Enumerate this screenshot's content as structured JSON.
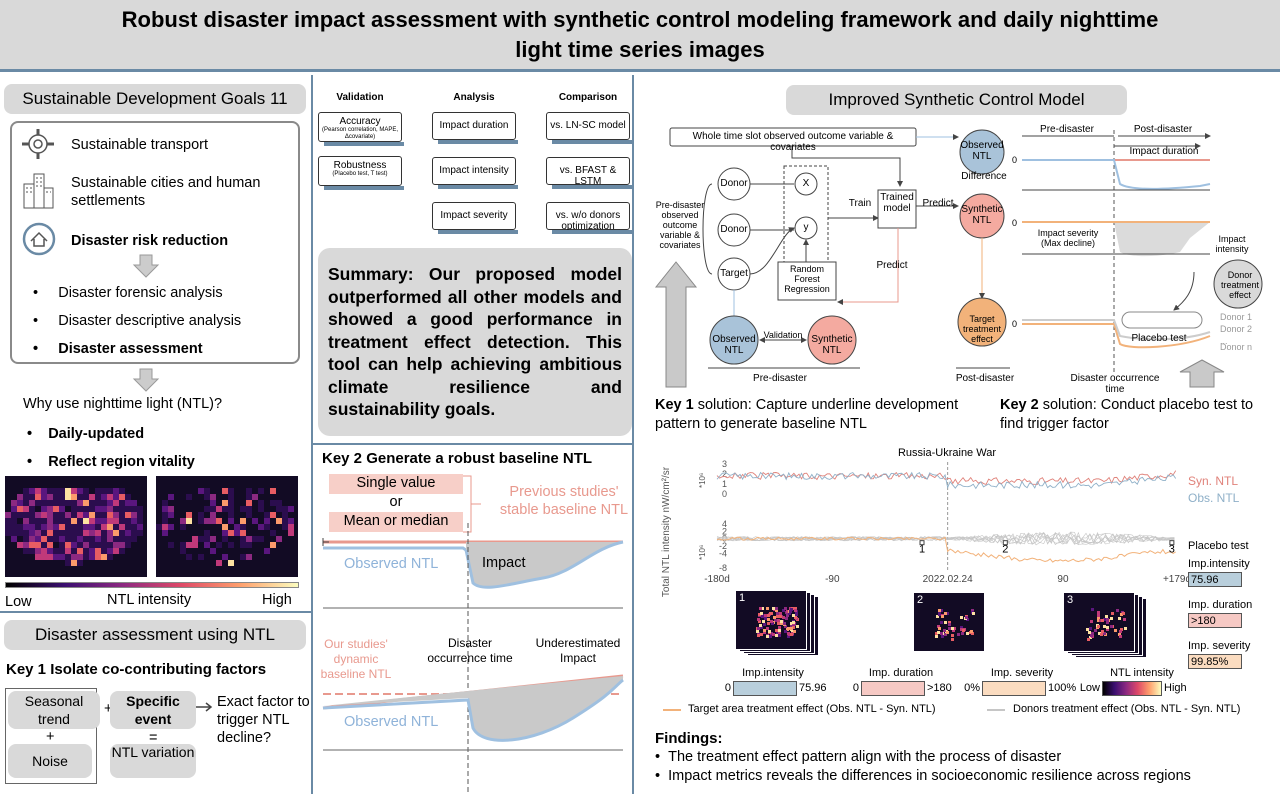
{
  "title": "Robust disaster impact assessment with synthetic control modeling framework and daily nighttime light time series images",
  "left": {
    "sdg_heading": "Sustainable Development Goals 11",
    "sdg_items": [
      {
        "icon": "roundabout-icon",
        "label": "Sustainable transport"
      },
      {
        "icon": "city-buildings-icon",
        "label": "Sustainable cities and human settlements"
      },
      {
        "icon": "house-shield-icon",
        "label": "Disaster risk reduction"
      }
    ],
    "bullets": [
      "Disaster forensic analysis",
      "Disaster descriptive analysis",
      "Disaster assessment"
    ],
    "why_ntl": "Why use nighttime light (NTL)?",
    "ntl_reasons": [
      "Daily-updated",
      "Reflect region vitality"
    ],
    "colorbar": {
      "low": "Low",
      "label": "NTL intensity",
      "high": "High"
    },
    "assessment_heading": "Disaster assessment using NTL",
    "key1_heading": "Key 1 Isolate co-contributing factors",
    "factors": {
      "seasonal": "Seasonal trend",
      "plus1": "+",
      "specific": "Specific event",
      "plus2": "+",
      "noise": "Noise",
      "equals": "=",
      "variation": "NTL variation",
      "question": "Exact factor to trigger NTL decline?"
    }
  },
  "middle": {
    "columns": [
      {
        "header": "Validation",
        "items": [
          {
            "title": "Accuracy",
            "sub": "(Pearson correlation, MAPE, Δcovariate)"
          },
          {
            "title": "Robustness",
            "sub": "(Placebo test, T test)"
          }
        ]
      },
      {
        "header": "Analysis",
        "items": [
          {
            "title": "Impact duration"
          },
          {
            "title": "Impact intensity"
          },
          {
            "title": "Impact severity"
          }
        ]
      },
      {
        "header": "Comparison",
        "items": [
          {
            "title": "vs. LN-SC model"
          },
          {
            "title": "vs. BFAST & LSTM"
          },
          {
            "title": "vs. w/o donors optimization"
          }
        ]
      }
    ],
    "summary": "Summary: Our proposed model outperformed all other models and showed a good performance in treatment effect detection. This tool can help achieving ambitious climate resilience and sustainability goals.",
    "key2_heading": "Key 2 Generate a robust baseline NTL",
    "baseline": {
      "single": "Single value",
      "or": "or",
      "mean": "Mean or median",
      "previous": "Previous studies' stable baseline NTL",
      "observed": "Observed NTL",
      "impact": "Impact",
      "ours": "Our studies' dynamic baseline NTL",
      "occurrence": "Disaster occurrence time",
      "underestimated": "Underestimated Impact",
      "observed2": "Observed NTL"
    }
  },
  "right": {
    "iscm_heading": "Improved Synthetic Control Model",
    "diagram": {
      "whole_slot": "Whole time slot observed outcome variable & covariates",
      "pre_label": "Pre-disaster observed outcome variable & covariates",
      "donor": "Donor",
      "target": "Target",
      "x": "X",
      "y": "y",
      "train": "Train",
      "trained": "Trained model",
      "predict": "Predict",
      "predict2": "Predict",
      "rf": "Random Forest Regression",
      "observed": "Observed NTL",
      "synthetic": "Synthetic NTL",
      "validation": "Validation",
      "pre_disaster": "Pre-disaster",
      "difference": "Difference",
      "target_effect": "Target treatment effect",
      "post_disaster": "Post-disaster"
    },
    "timeline": {
      "pre": "Pre-disaster",
      "post": "Post-disaster",
      "duration": "Impact duration",
      "severity": "Impact severity (Max decline)",
      "intensity": "Impact intensity",
      "donor_effect": "Donor treatment effect",
      "donors": [
        "Donor 1",
        "Donor 2",
        "...",
        "Donor n"
      ],
      "placebo": "Placebo test",
      "occurrence": "Disaster occurrence time",
      "zero": "0"
    },
    "key1_solution_bold": "Key 1",
    "key1_solution": " solution: Capture underline development pattern to generate baseline NTL",
    "key2_solution_bold": "Key 2",
    "key2_solution": " solution: Conduct placebo test to find trigger factor",
    "metrics": [
      {
        "label": "Imp.intensity",
        "value": "75.96",
        "color": "#b9cfdc"
      },
      {
        "label": "Imp. duration",
        "value": ">180",
        "color": "#f6c9c4"
      },
      {
        "label": "Imp. severity",
        "value": "99.85%",
        "color": "#fbdcc0"
      }
    ],
    "bottom_legend": {
      "intensity": {
        "label": "Imp.intensity",
        "min": "0",
        "max": "75.96"
      },
      "duration": {
        "label": "Imp. duration",
        "min": "0",
        "max": ">180"
      },
      "severity": {
        "label": "Imp. severity",
        "min": "0%",
        "max": "100%"
      },
      "ntl": {
        "label": "NTL intensity",
        "min": "Low",
        "max": "High"
      }
    },
    "line_legend": {
      "target": "Target area treatment effect (Obs. NTL - Syn. NTL)",
      "donors": "Donors treatment effect (Obs. NTL - Syn. NTL)"
    },
    "map_labels": [
      "1",
      "2",
      "3"
    ],
    "findings_heading": "Findings:",
    "findings": [
      "The treatment effect pattern align with the process of disaster",
      "Impact metrics reveals the differences in socioeconomic resilience across regions"
    ]
  },
  "chart_data": {
    "type": "line",
    "title": "Russia-Ukraine War",
    "ylabel": "Total NTL intensity nW/cm²/sr",
    "x_ticks": [
      "-180d",
      "-90",
      "2022.02.24",
      "90",
      "+179d"
    ],
    "x_range": [
      -180,
      179
    ],
    "top_panel": {
      "y_unit": "*10⁶",
      "y_ticks": [
        "3",
        "2",
        "1",
        "0"
      ],
      "ylim": [
        0,
        3
      ],
      "series": [
        {
          "name": "Syn. NTL",
          "color": "#e0827a",
          "pre_mean": 1.8,
          "post_mean": 1.3
        },
        {
          "name": "Obs. NTL",
          "color": "#8fb0c8",
          "pre_mean": 1.8,
          "post_mean": 0.9
        }
      ]
    },
    "bottom_panel": {
      "y_unit": "*10⁶",
      "y_ticks": [
        "4",
        "2",
        "0",
        "-2",
        "-4",
        "-8"
      ],
      "ylim": [
        -8,
        4
      ],
      "series": [
        {
          "name": "Target area treatment effect",
          "color": "#f2b27a"
        },
        {
          "name": "Donors treatment effect",
          "color": "#c6c6c6"
        }
      ],
      "markers": [
        {
          "label": "1",
          "day": -20
        },
        {
          "label": "2",
          "day": 45
        },
        {
          "label": "3",
          "day": 175
        }
      ]
    },
    "legend": [
      "Syn. NTL",
      "Obs. NTL"
    ],
    "placebo_label": "Placebo test"
  }
}
